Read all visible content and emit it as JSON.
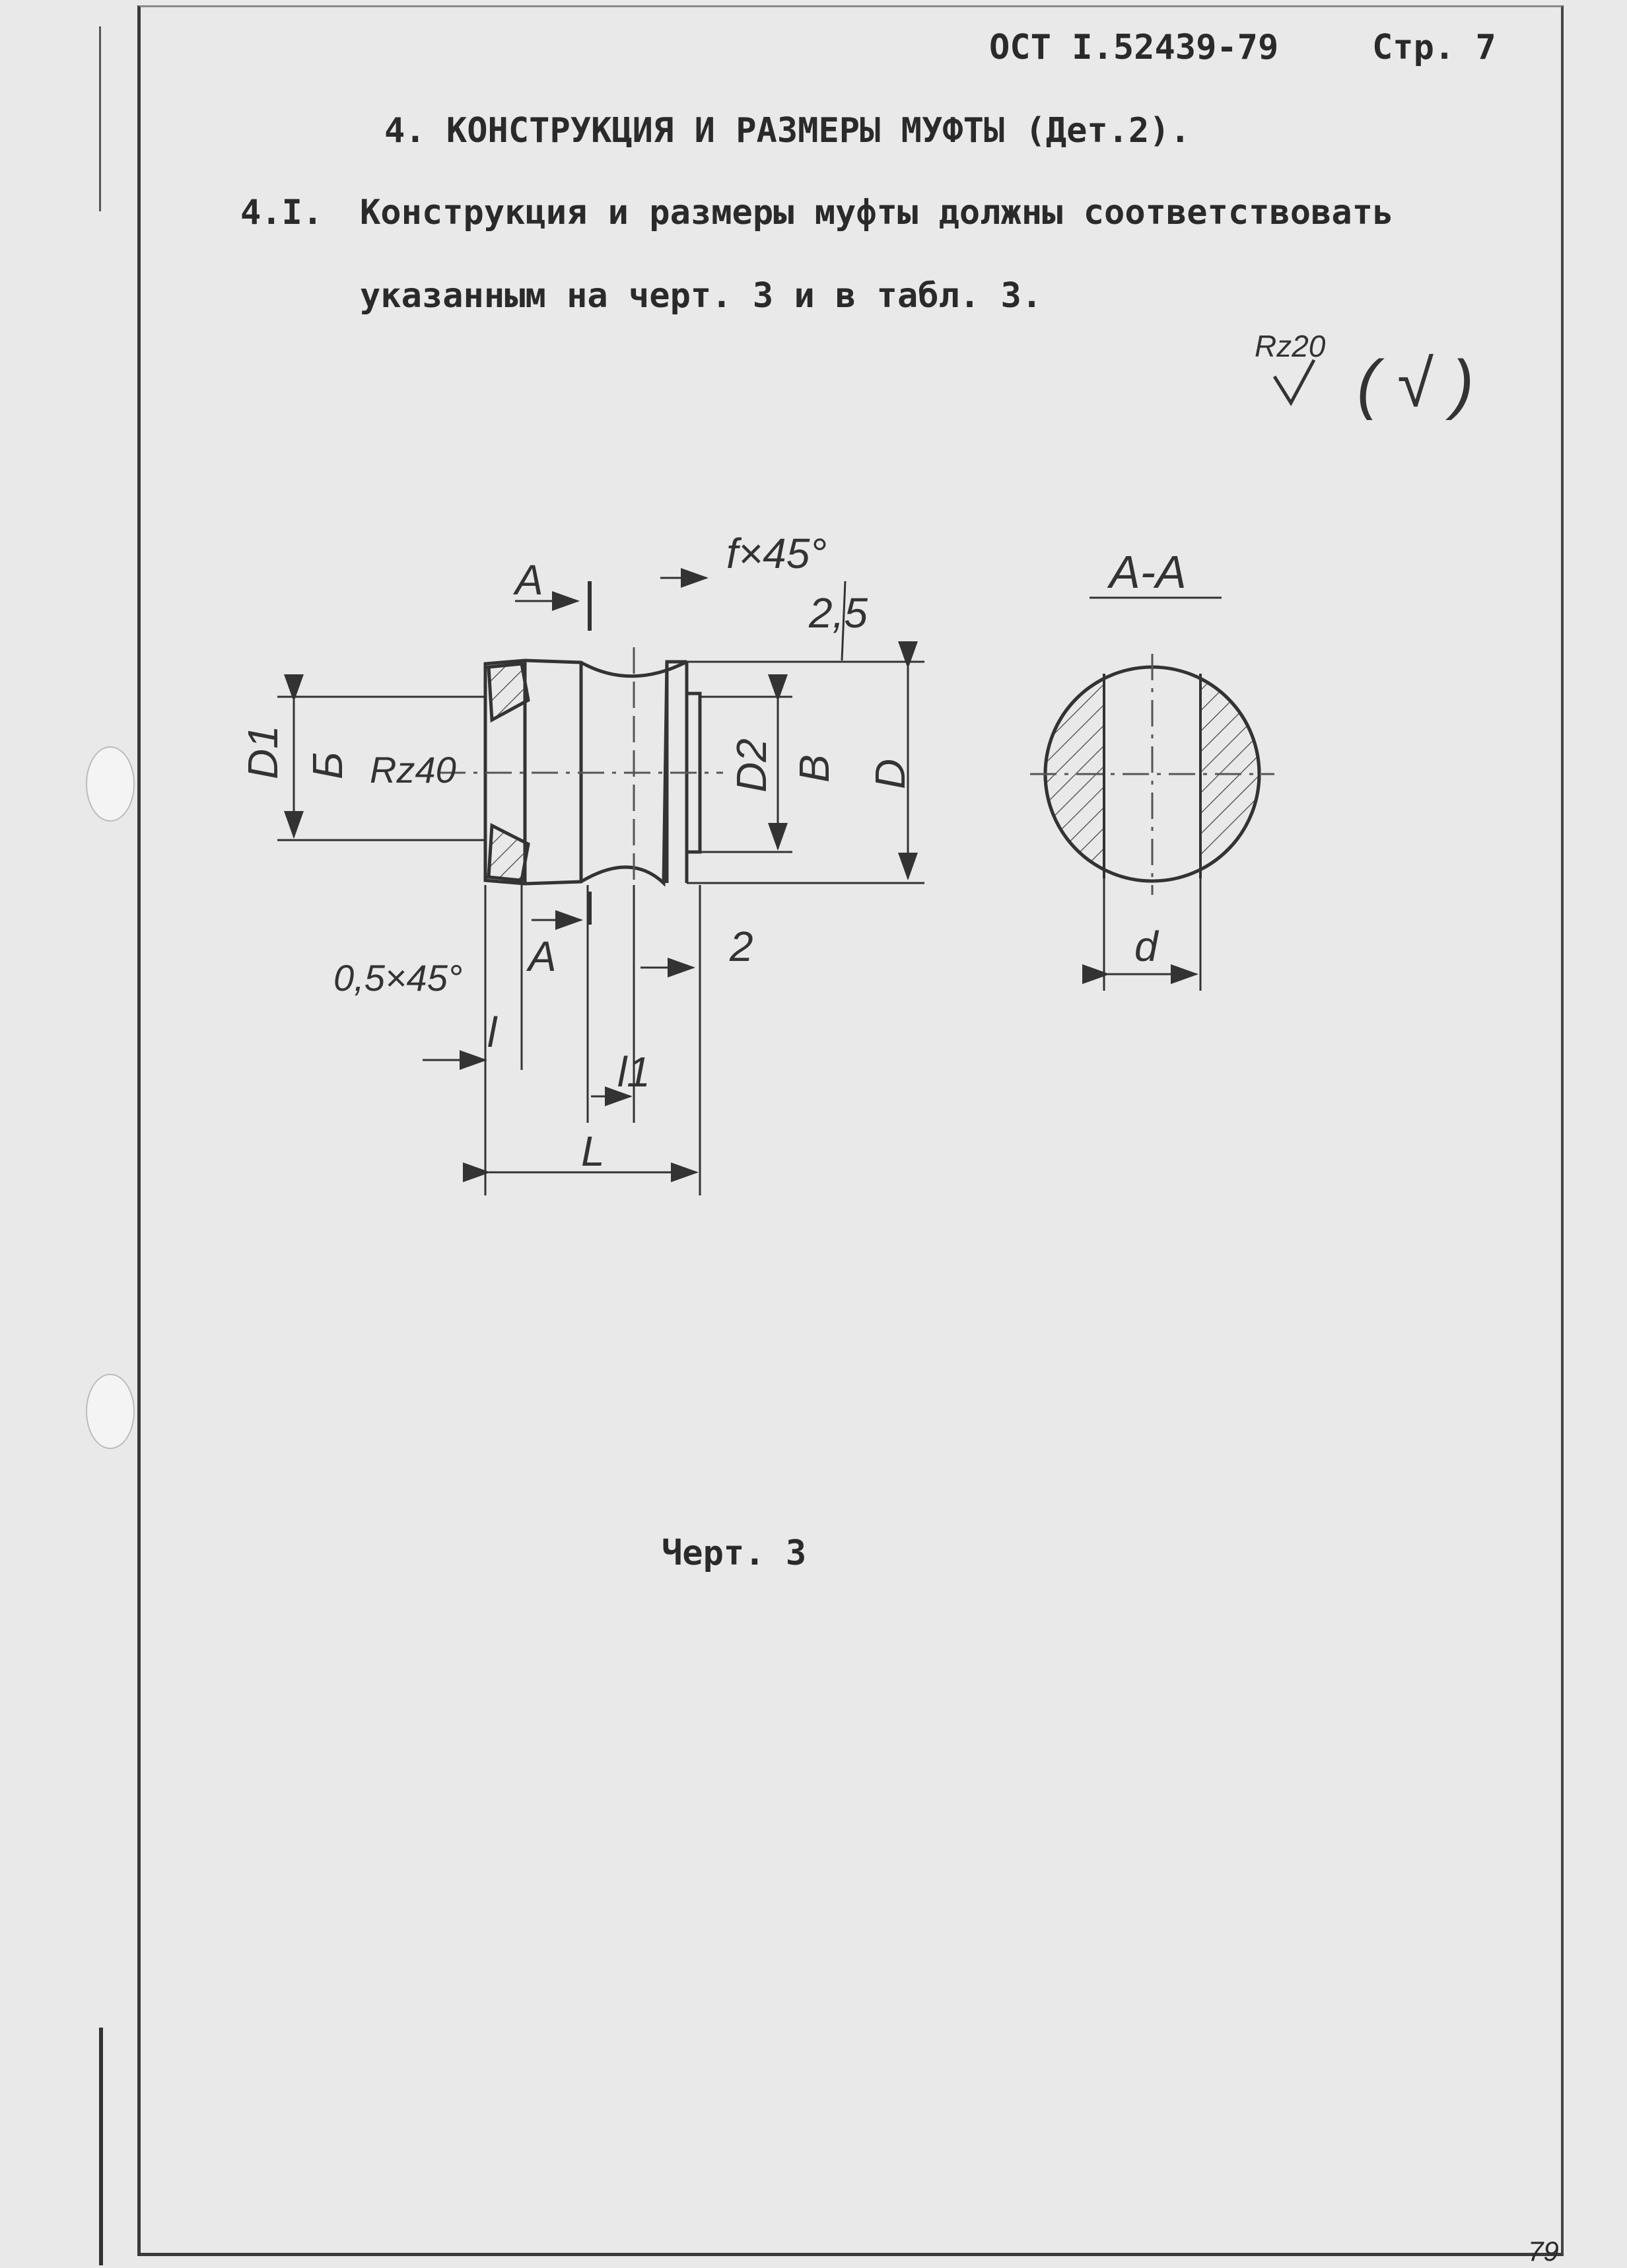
{
  "header": {
    "code": "ОСТ I.52439-79",
    "page": "Стр. 7"
  },
  "section_title": "4. КОНСТРУКЦИЯ И РАЗМЕРЫ МУФТЫ (Дет.2).",
  "paragraph": {
    "number": "4.I.",
    "line1": "Конструкция и размеры муфты должны соответствовать",
    "line2": "указанным на черт. 3 и в табл.  3."
  },
  "roughness_note": {
    "value": "Rz20",
    "bracket_mark": "( √ )"
  },
  "drawing": {
    "section_label": "A-A",
    "labels": {
      "section_arrow_top": "A",
      "section_arrow_bottom": "A",
      "chamfer_top": "f×45°",
      "chamfer_bottom": "0,5×45°",
      "roughness_top": "2,5",
      "roughness_inner": "Rz40",
      "d1": "D1",
      "b1": "Б",
      "d2": "D2",
      "b2": "В",
      "d_outer": "D",
      "small_dim": "2",
      "l": "l",
      "l1": "l1",
      "L": "L",
      "d": "d"
    }
  },
  "figure_caption": "Черт.  3",
  "sheet_number": "79"
}
